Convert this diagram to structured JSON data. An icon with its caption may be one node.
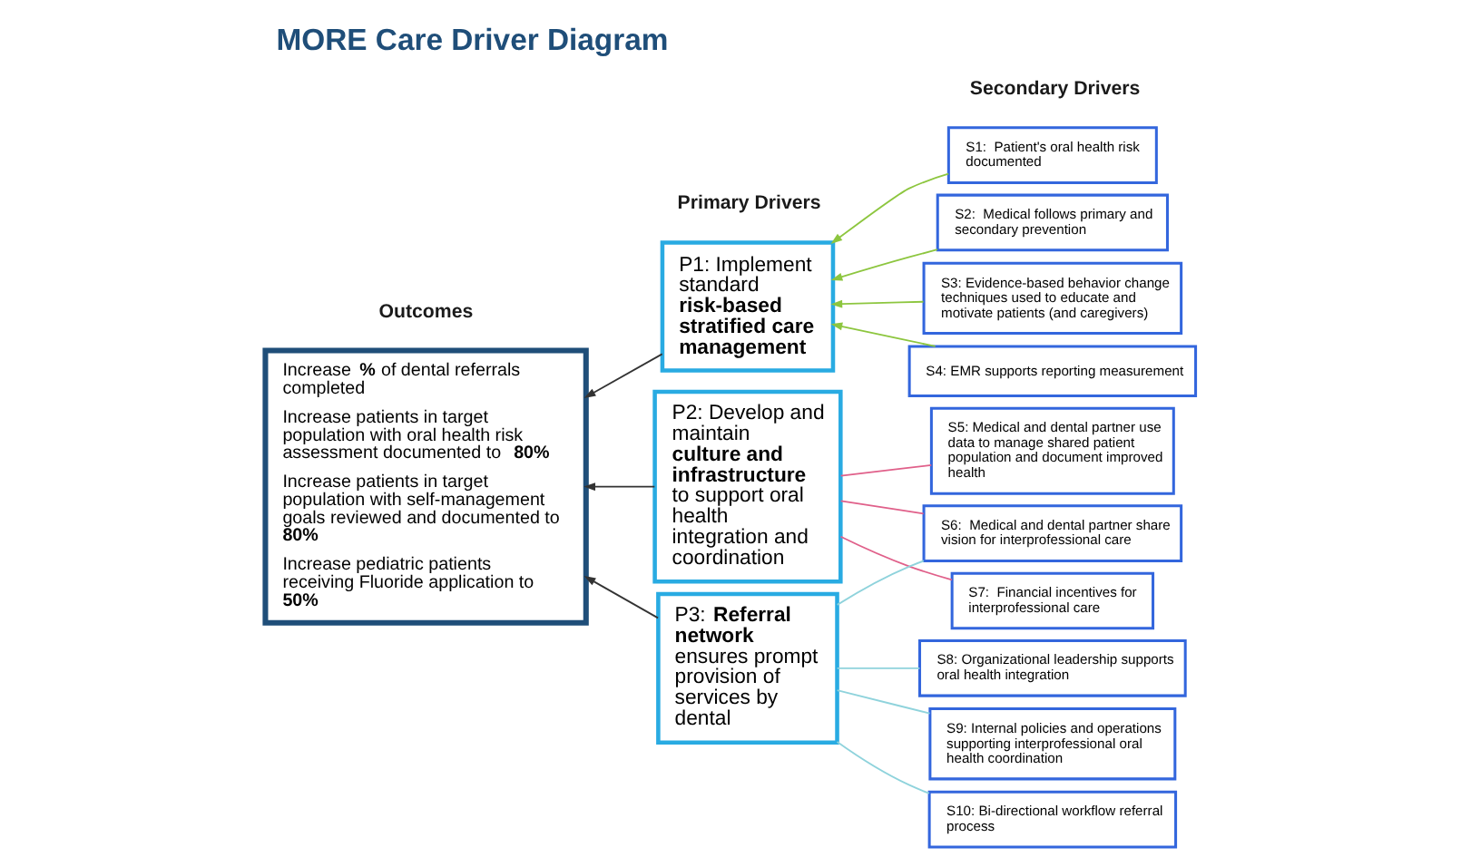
{
  "diagram": {
    "title": "MORE Care Driver Diagram",
    "nodes": [
      {
        "text": [
          "Increase **%** of dental referrals completed",
          "Increase patients in target population with oral health risk assessment documented to **80%**",
          "Increase patients in target population with self-management goals reviewed and documented to **80%**",
          "Increase pediatric patients receiving Fluoride application to **50%**"
        ]
      },
      {
        "text": [
          "P1: Implement standard **risk-based stratified care management**"
        ]
      },
      {
        "text": [
          "P2: Develop and maintain **culture and infrastructure** to support oral health integration and coordination"
        ]
      },
      {
        "text": [
          "P3: **Referral network** ensures prompt provision of services by dental"
        ]
      },
      {
        "text": [
          "S1:  Patient's oral health risk documented"
        ]
      },
      {
        "text": [
          "S2:  Medical follows primary and secondary prevention"
        ]
      },
      {
        "text": [
          "S3: Evidence-based behavior change techniques used to educate and motivate patients (and caregivers)"
        ]
      },
      {
        "text": [
          "S4: EMR supports reporting measurement"
        ]
      },
      {
        "text": [
          "S5: Medical and dental partner use data to manage shared patient population and document improved health"
        ]
      },
      {
        "text": [
          "S6:  Medical and dental partner share vision for interprofessional care"
        ]
      },
      {
        "text": [
          "S7:  Financial incentives for interprofessional care"
        ]
      },
      {
        "text": [
          "S8: Organizational leadership supports oral health integration"
        ]
      },
      {
        "text": [
          "S9: Internal policies and operations supporting interprofessional oral health coordination"
        ]
      },
      {
        "text": [
          "S10: Bi-directional workflow referral process"
        ]
      }
    ],
    "edges": [
      {
        "from": 1,
        "to": 0,
        "arrow": "to",
        "color": "#333333"
      },
      {
        "from": 2,
        "to": 0,
        "arrow": "to",
        "color": "#333333"
      },
      {
        "from": 3,
        "to": 0,
        "arrow": "to",
        "color": "#333333"
      },
      {
        "from": 4,
        "to": 1,
        "arrow": "to",
        "color": "#8dc63f"
      },
      {
        "from": 5,
        "to": 1,
        "arrow": "to",
        "color": "#8dc63f"
      },
      {
        "from": 6,
        "to": 1,
        "arrow": "to",
        "color": "#8dc63f"
      },
      {
        "from": 7,
        "to": 1,
        "arrow": "to",
        "color": "#8dc63f"
      },
      {
        "from": 2,
        "to": 8,
        "arrow": "none",
        "color": "#e0608a"
      },
      {
        "from": 2,
        "to": 9,
        "arrow": "none",
        "color": "#e0608a"
      },
      {
        "from": 2,
        "to": 10,
        "arrow": "none",
        "color": "#e0608a"
      },
      {
        "from": 3,
        "to": 9,
        "arrow": "none",
        "color": "#8fd3dc"
      },
      {
        "from": 3,
        "to": 11,
        "arrow": "none",
        "color": "#8fd3dc"
      },
      {
        "from": 3,
        "to": 12,
        "arrow": "none",
        "color": "#8fd3dc"
      },
      {
        "from": 3,
        "to": 13,
        "arrow": "none",
        "color": "#8fd3dc"
      }
    ],
    "labels": [
      "Secondary Drivers",
      "Primary Drivers",
      "Outcomes"
    ]
  }
}
